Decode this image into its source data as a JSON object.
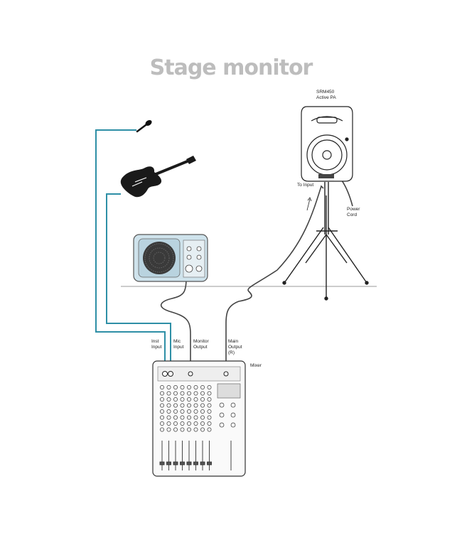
{
  "title": "Stage monitor",
  "labels": {
    "speaker_model": "SRM450",
    "speaker_type": "Active PA",
    "to_input": "To Input",
    "power_cord": [
      "Power",
      "Cord"
    ],
    "inst_input": [
      "Inst",
      "Input"
    ],
    "mic_input": [
      "Mic",
      "Input"
    ],
    "monitor_output": [
      "Monitor",
      "Output"
    ],
    "main_output": [
      "Main",
      "Output",
      "(R)"
    ],
    "mixer": "Mixer"
  },
  "colors": {
    "blue_cable": "#2e8fa6",
    "grey_cable": "#444444",
    "monitor_body": "#cfe3ec",
    "title": "#bdbdbd"
  },
  "icons": [
    "microphone-icon",
    "guitar-icon",
    "stage-monitor-speaker-icon",
    "active-pa-speaker-icon",
    "tripod-stand-icon",
    "mixer-icon"
  ]
}
